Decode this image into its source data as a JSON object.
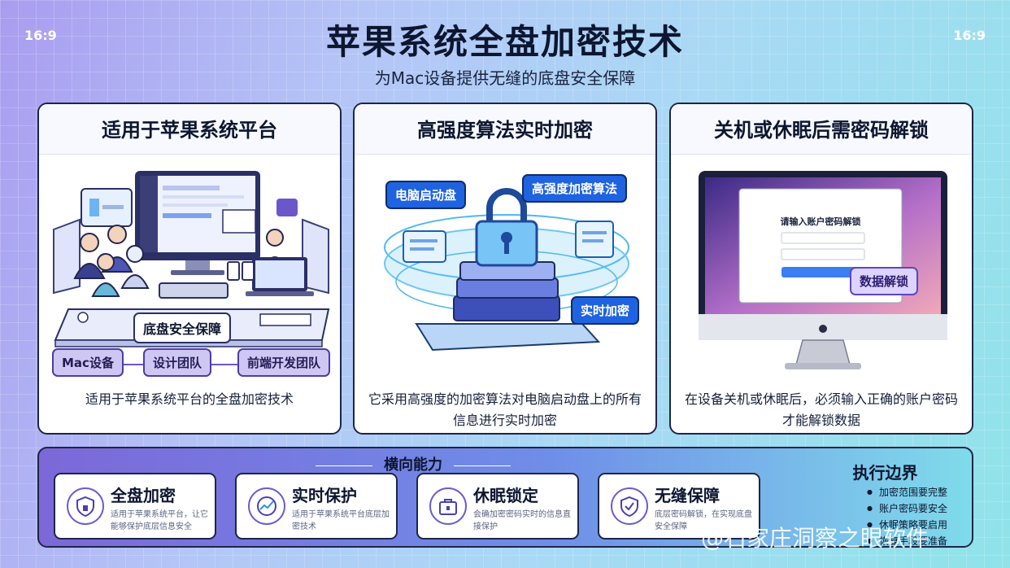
{
  "aspect_ratio": "16:9",
  "title": "苹果系统全盘加密技术",
  "subtitle": "为Mac设备提供无缝的底盘安全保障",
  "cards": [
    {
      "title": "适用于苹果系统平台",
      "desc": "适用于苹果系统平台的全盘加密技术",
      "labels": {
        "banner": "底盘安全保障",
        "mac": "Mac设备",
        "design": "设计团队",
        "frontend": "前端开发团队"
      }
    },
    {
      "title": "高强度算法实时加密",
      "desc": "它采用高强度的加密算法对电脑启动盘上的所有信息进行实时加密",
      "labels": {
        "boot": "电脑启动盘",
        "algo": "高强度加密算法",
        "realtime": "实时加密"
      }
    },
    {
      "title": "关机或休眠后需密码解锁",
      "desc": "在设备关机或休眠后，必须输入正确的账户密码才能解锁数据",
      "labels": {
        "dialog": "请输入账户密码解锁",
        "unlock": "数据解锁"
      }
    }
  ],
  "bottom": {
    "title": "横向能力",
    "features": [
      {
        "title": "全盘加密",
        "icon": "shield-icon",
        "desc": "适用于苹果系统平台，让它能够保护底层信息安全"
      },
      {
        "title": "实时保护",
        "icon": "realtime-chart-icon",
        "desc": "适用于苹果系统平台底层加密技术"
      },
      {
        "title": "休眠锁定",
        "icon": "briefcase-lock-icon",
        "desc": "会确加密密码实时的信息直接保护"
      },
      {
        "title": "无缝保障",
        "icon": "shield-check-icon",
        "desc": "底层密码解锁，在实现底盘安全保障"
      }
    ],
    "boundary_title": "执行边界",
    "boundary_items": [
      "加密范围要完整",
      "账户密码要安全",
      "休眠策略要启用",
      "恢复手段要准备"
    ]
  },
  "watermark": "@石家庄洞察之眼软件",
  "colors": {
    "accent": "#1f63e0",
    "purple": "#6b57c9",
    "dark": "#1e2547"
  }
}
